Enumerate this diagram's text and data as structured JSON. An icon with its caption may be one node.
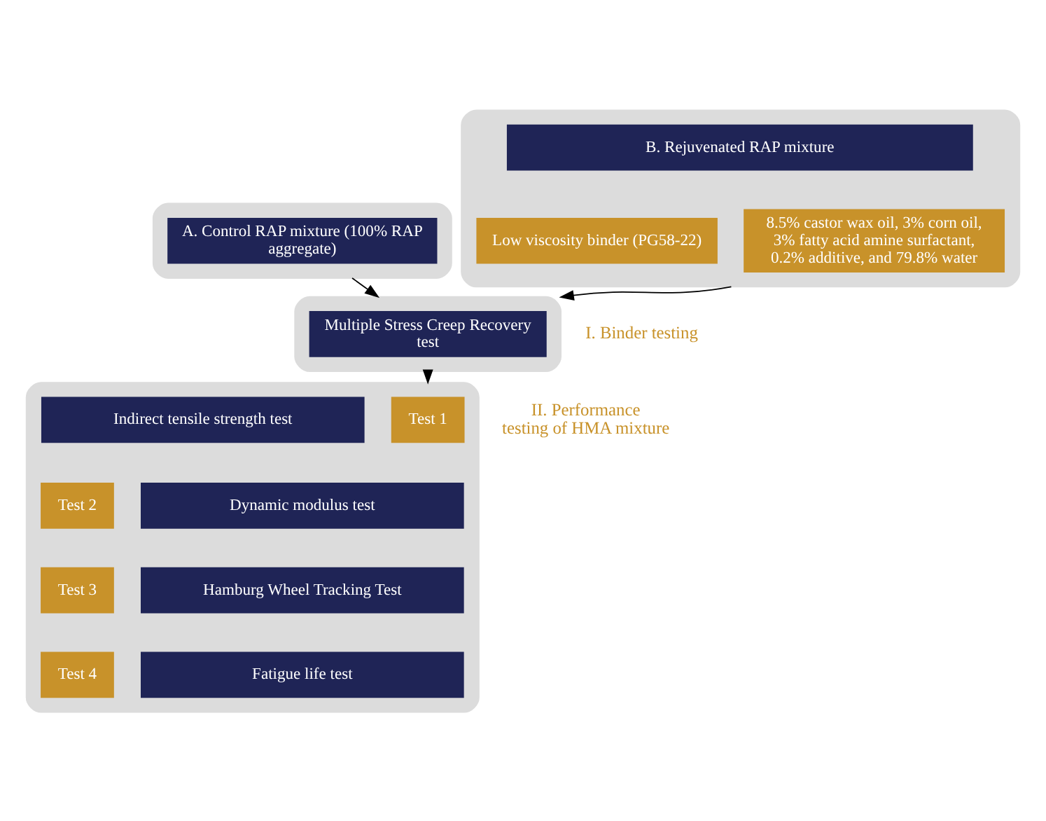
{
  "diagram": {
    "nodes": [
      {
        "text": [],
        "shape": "box"
      },
      {
        "text": [
          "A. Control RAP mixture (100% RAP aggregate)"
        ],
        "in": 0
      },
      {
        "text": [],
        "shape": "box"
      },
      {
        "text": [
          "B. Rejuvenated RAP mixture"
        ],
        "in": 2
      },
      {
        "text": [
          "Low viscosity binder (PG58-22)"
        ],
        "in": 2
      },
      {
        "text": [
          "8.5% castor wax oil, 3% corn oil, 3% fatty acid amine surfactant, 0.2% additive, and 79.8% water"
        ],
        "in": 2
      },
      {
        "text": [],
        "shape": "box"
      },
      {
        "text": [
          "Multiple Stress Creep Recovery test"
        ],
        "in": 6
      },
      {
        "text": [],
        "shape": "box"
      },
      {
        "text": [
          "Test 1"
        ],
        "in": 8
      },
      {
        "text": [
          "Indirect tensile strength test"
        ],
        "in": 8
      },
      {
        "text": [
          "Test 2"
        ],
        "in": 8
      },
      {
        "text": [
          "Dynamic modulus test"
        ],
        "in": 8
      },
      {
        "text": [
          "Test 3"
        ],
        "in": 8
      },
      {
        "text": [
          "Hamburg Wheel Tracking Test"
        ],
        "in": 8
      },
      {
        "text": [
          "Test 4"
        ],
        "in": 8
      },
      {
        "text": [
          "Fatigue life test"
        ],
        "in": 8
      }
    ],
    "edges": [
      {
        "from": 0,
        "to": 6,
        "arrow": "to"
      },
      {
        "from": 2,
        "to": 6,
        "arrow": "to"
      },
      {
        "from": 6,
        "to": 8,
        "arrow": "to"
      }
    ],
    "labels": [
      "I. Binder testing",
      "II. Performance testing of HMA mixture"
    ]
  }
}
